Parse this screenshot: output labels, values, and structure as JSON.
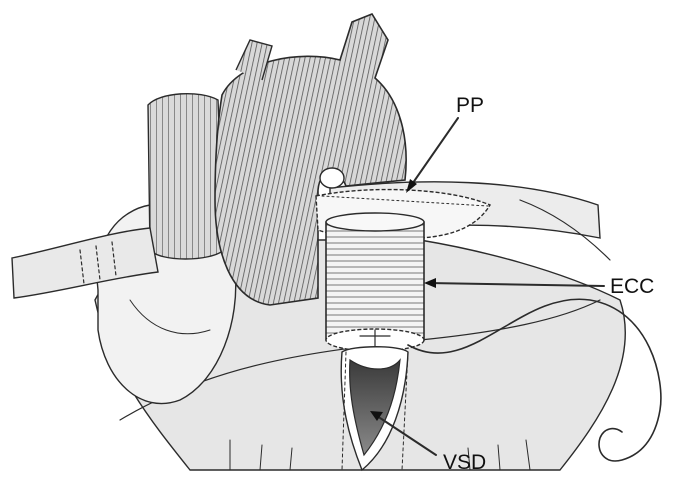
{
  "figure": {
    "labels": {
      "pp": "PP",
      "ecc": "ECC",
      "vsd": "VSD"
    }
  },
  "colors": {
    "ink": "#2b2b2b",
    "shade_dark": "#8a8a8a",
    "shade_mid": "#c4c4c4",
    "shade_light": "#e4e4e4",
    "paper": "#ffffff"
  }
}
